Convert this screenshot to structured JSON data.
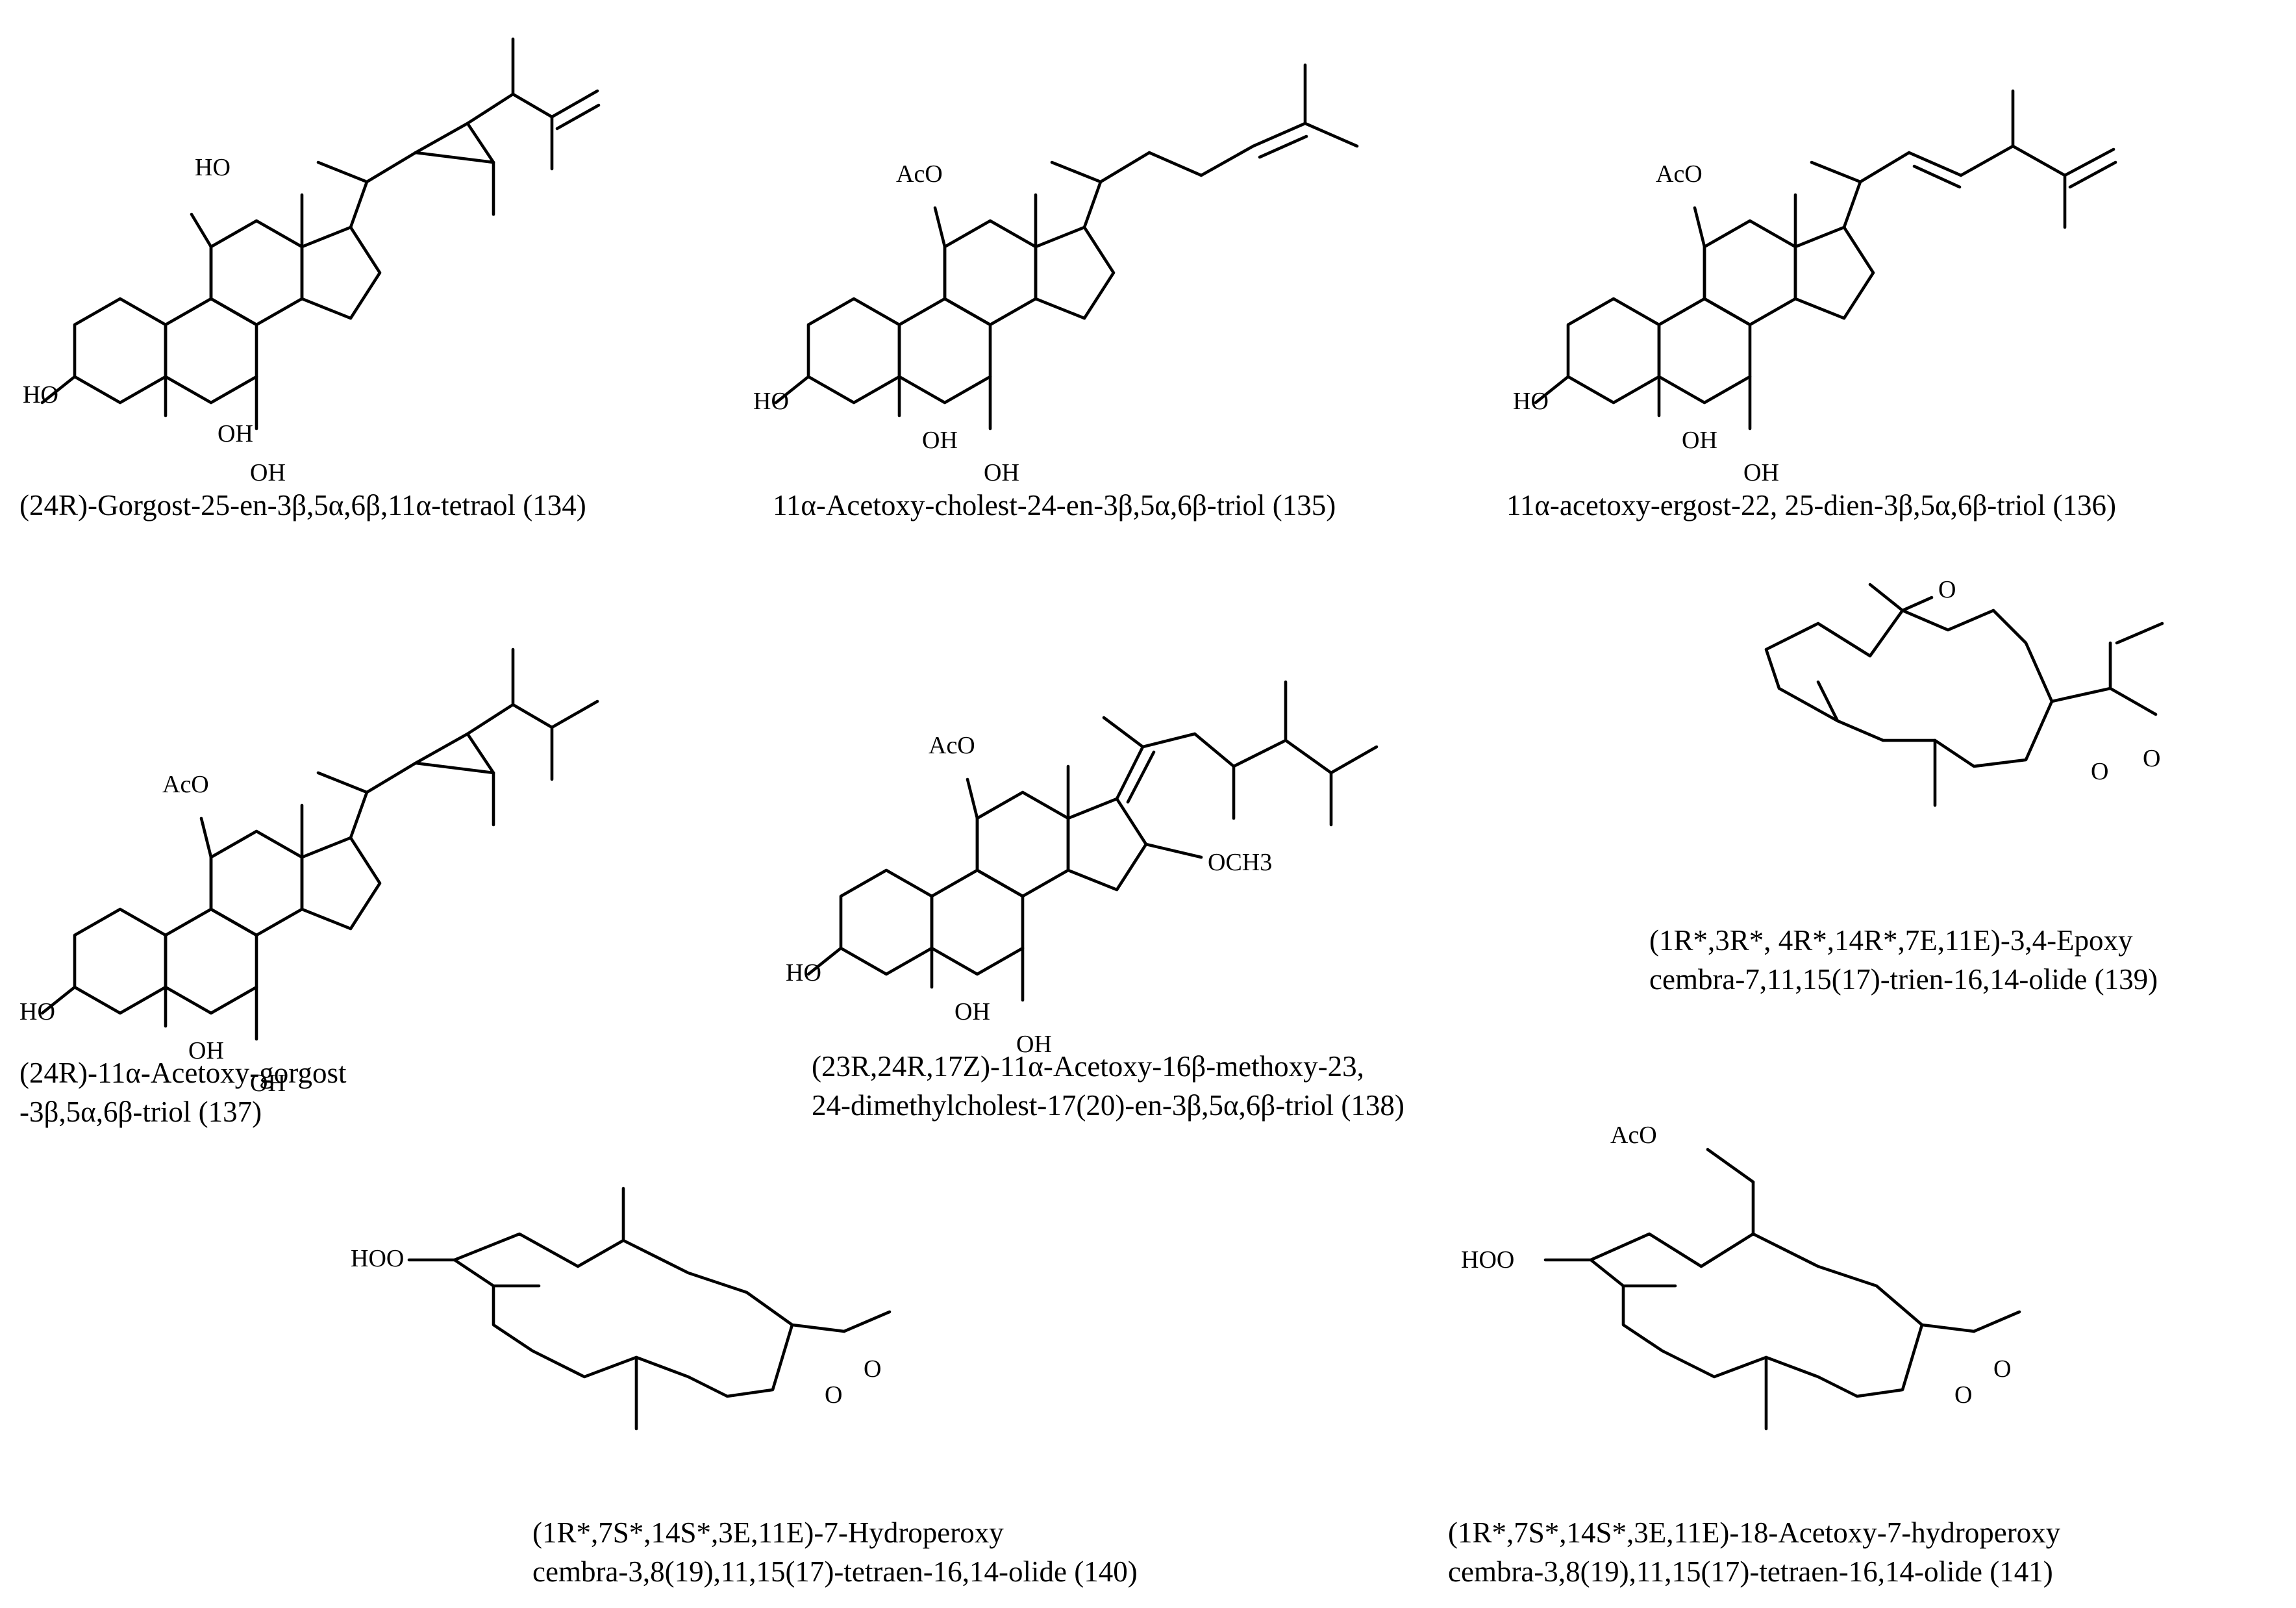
{
  "atom_labels": {
    "ho": "HO",
    "oh": "OH",
    "aco": "AcO",
    "hoo": "HOO",
    "o": "O",
    "och3": "OCH3"
  },
  "compounds": [
    {
      "id": "134",
      "caption_lines": [
        "(24R)-Gorgost-25-en-3β,5α,6β,11α-tetraol (134)"
      ]
    },
    {
      "id": "135",
      "caption_lines": [
        "11α-Acetoxy-cholest-24-en-3β,5α,6β-triol (135)"
      ]
    },
    {
      "id": "136",
      "caption_lines": [
        "11α-acetoxy-ergost-22, 25-dien-3β,5α,6β-triol  (136)"
      ]
    },
    {
      "id": "137",
      "caption_lines": [
        "(24R)-11α-Acetoxy-gorgost",
        "-3β,5α,6β-triol (137)"
      ]
    },
    {
      "id": "138",
      "caption_lines": [
        "(23R,24R,17Z)-11α-Acetoxy-16β-methoxy-23,",
        "24-dimethylcholest-17(20)-en-3β,5α,6β-triol (138)"
      ]
    },
    {
      "id": "139",
      "caption_lines": [
        "(1R*,3R*, 4R*,14R*,7E,11E)-3,4-Epoxy",
        "cembra-7,11,15(17)-trien-16,14-olide (139)"
      ]
    },
    {
      "id": "140",
      "caption_lines": [
        "(1R*,7S*,14S*,3E,11E)-7-Hydroperoxy",
        "cembra-3,8(19),11,15(17)-tetraen-16,14-olide (140)"
      ]
    },
    {
      "id": "141",
      "caption_lines": [
        "(1R*,7S*,14S*,3E,11E)-18-Acetoxy-7-hydroperoxy",
        "cembra-3,8(19),11,15(17)-tetraen-16,14-olide (141)"
      ]
    }
  ]
}
